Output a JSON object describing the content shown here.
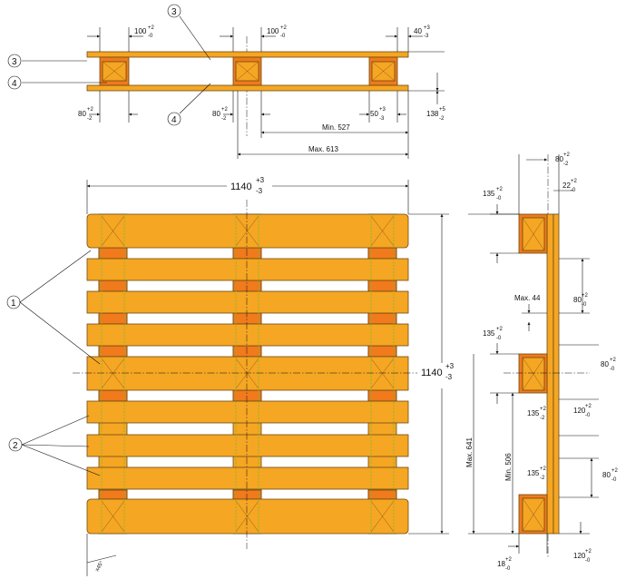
{
  "top_view": {
    "dims_top": [
      {
        "id": "d100a",
        "value": "100",
        "sup": "+2",
        "sub": "-0"
      },
      {
        "id": "d100b",
        "value": "100",
        "sup": "+2",
        "sub": "-0"
      },
      {
        "id": "d40",
        "value": "40",
        "sup": "+3",
        "sub": "-3"
      }
    ],
    "dims_bottom": [
      {
        "id": "d80a",
        "value": "80",
        "sup": "+2",
        "sub": "-2"
      },
      {
        "id": "d80b",
        "value": "80",
        "sup": "+2",
        "sub": "-2"
      },
      {
        "id": "d50",
        "value": "50",
        "sup": "+3",
        "sub": "-3"
      },
      {
        "id": "d138",
        "value": "138",
        "sup": "+5",
        "sub": "-2"
      }
    ],
    "min_label": "Min. 527",
    "max_label": "Max. 613",
    "callouts": [
      "3",
      "4",
      "3",
      "4"
    ]
  },
  "plan_view": {
    "width_dim": {
      "value": "1140",
      "sup": "+3",
      "sub": "-3"
    },
    "height_dim": {
      "value": "1140",
      "sup": "+3",
      "sub": "-3"
    },
    "chamfer_label": "x45°",
    "callout_1": "1",
    "callout_2": "2"
  },
  "side_view": {
    "dims": [
      {
        "id": "s80top",
        "value": "80",
        "sup": "+2",
        "sub": "-2"
      },
      {
        "id": "s135a",
        "value": "135",
        "sup": "+2",
        "sub": "-0"
      },
      {
        "id": "s22",
        "value": "22",
        "sup": "+2",
        "sub": "-0"
      },
      {
        "id": "s80r1",
        "value": "80",
        "sup": "+2",
        "sub": "-0"
      },
      {
        "id": "s135b",
        "value": "135",
        "sup": "+2",
        "sub": "-0"
      },
      {
        "id": "s80r2",
        "value": "80",
        "sup": "+2",
        "sub": "-0"
      },
      {
        "id": "s135c",
        "value": "135",
        "sup": "+2",
        "sub": "-2"
      },
      {
        "id": "s120a",
        "value": "120",
        "sup": "+2",
        "sub": "-0"
      },
      {
        "id": "s135d",
        "value": "135",
        "sup": "+2",
        "sub": "-2"
      },
      {
        "id": "s80r3",
        "value": "80",
        "sup": "+2",
        "sub": "-0"
      },
      {
        "id": "s18",
        "value": "18",
        "sup": "+2",
        "sub": "-0"
      },
      {
        "id": "s120b",
        "value": "120",
        "sup": "+2",
        "sub": "-0"
      }
    ],
    "max44": "Max. 44",
    "max641": "Max. 641",
    "min506": "Min. 506"
  },
  "colors": {
    "board": "#f5a623",
    "block": "#f07a1c",
    "outline": "#6b4a12",
    "guide": "#6bbf2e"
  }
}
